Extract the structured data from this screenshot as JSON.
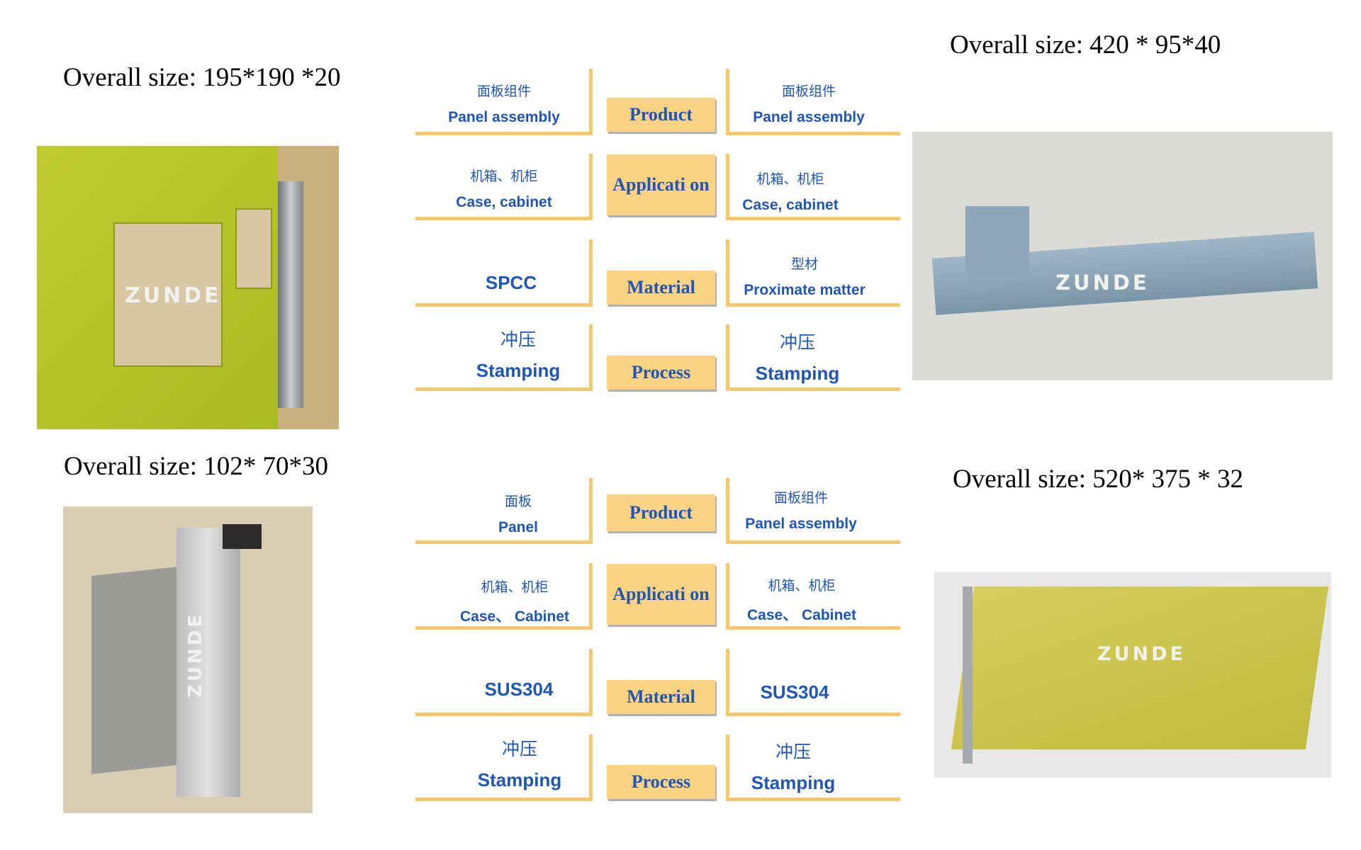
{
  "sizes": {
    "top_left": "Overall size: 195*190 *20",
    "top_right": "Overall size: 420 * 95*40",
    "bottom_left": "Overall size: 102* 70*30",
    "bottom_right": "Overall size: 520* 375 * 32"
  },
  "logos": {
    "top_left": "ZUNDE",
    "top_right": "ZUNDE",
    "bottom_left": "ZUNDE",
    "bottom_right": "ZUNDE"
  },
  "top_table": {
    "rows": [
      {
        "category": "Product",
        "left_cn": "面板组件",
        "left_en": "Panel assembly",
        "right_cn": "面板组件",
        "right_en": "Panel assembly"
      },
      {
        "category": "Applicati on",
        "left_cn": "机箱、机柜",
        "left_en": "Case, cabinet",
        "right_cn": "机箱、机柜",
        "right_en": "Case, cabinet"
      },
      {
        "category": "Material",
        "left_cn": "",
        "left_en": "SPCC",
        "right_cn": "型材",
        "right_en": "Proximate matter"
      },
      {
        "category": "Process",
        "left_cn": "冲压",
        "left_en": "Stamping",
        "right_cn": "冲压",
        "right_en": "Stamping"
      }
    ]
  },
  "bottom_table": {
    "rows": [
      {
        "category": "Product",
        "left_cn": "面板",
        "left_en": "Panel",
        "right_cn": "面板组件",
        "right_en": "Panel assembly"
      },
      {
        "category": "Applicati on",
        "left_cn": "机箱、机柜",
        "left_en": "Case、 Cabinet",
        "right_cn": "机箱、机柜",
        "right_en": "Case、 Cabinet"
      },
      {
        "category": "Material",
        "left_cn": "",
        "left_en": "SUS304",
        "right_cn": "",
        "right_en": "SUS304"
      },
      {
        "category": "Process",
        "left_cn": "冲压",
        "left_en": "Stamping",
        "right_cn": "冲压",
        "right_en": "Stamping"
      }
    ]
  },
  "colors": {
    "accent_bar": "#f6c76c",
    "category_box": "#fcd383",
    "text_blue": "#1f55b4"
  }
}
